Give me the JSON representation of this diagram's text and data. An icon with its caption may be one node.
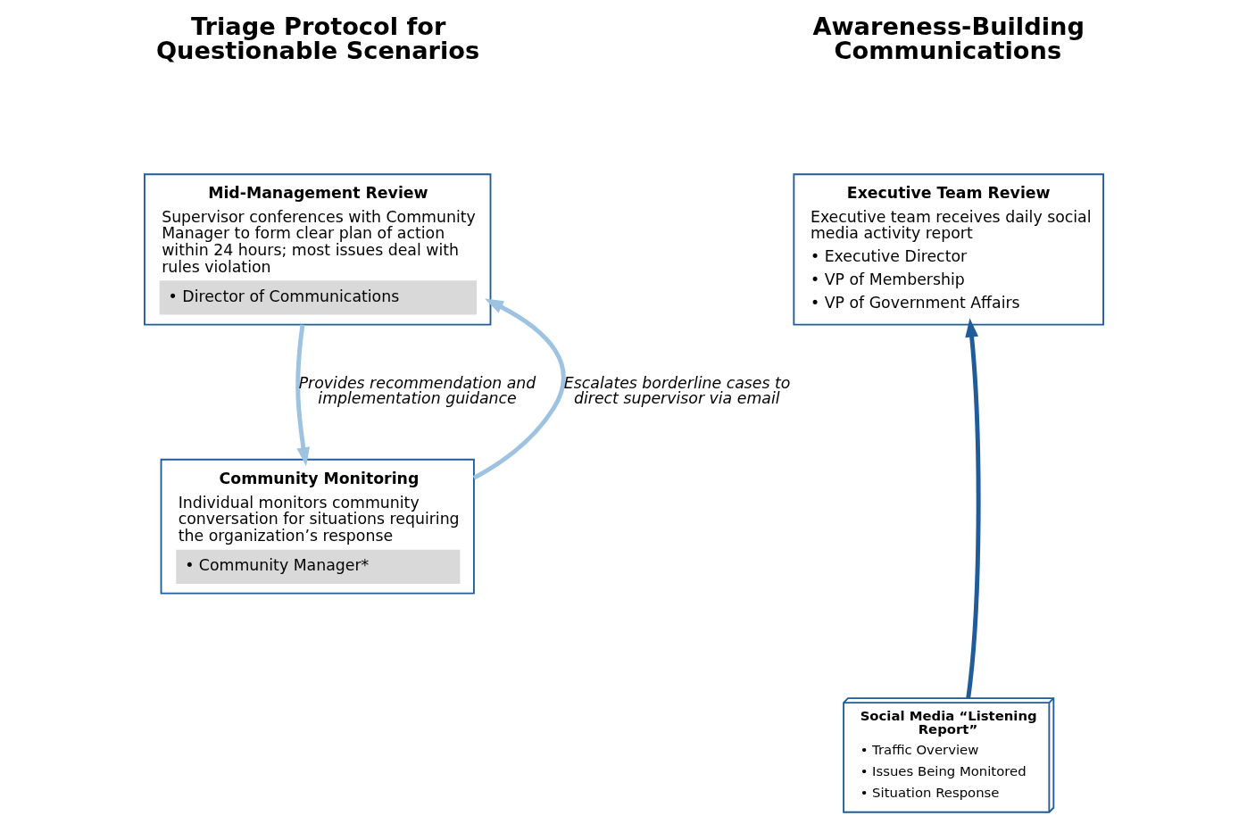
{
  "diagram": {
    "nodes": [
      {
        "text": [
          "Mid-Management Review",
          "Supervisor conferences with Community Manager to form clear plan of action within 24 hours; most issues deal with rules violation",
          "• Director of Communications"
        ]
      },
      {
        "text": [
          "Community Monitoring",
          "Individual monitors community conversation for situations requiring the organization’s response",
          "• Community Manager*"
        ]
      },
      {
        "text": [
          "Executive Team Review",
          "Executive team receives daily social media activity report",
          "• Executive Director",
          "• VP of Membership",
          "• VP of Government Affairs"
        ]
      },
      {
        "text": [
          "Social Media “Listening Report”",
          "• Traffic Overview",
          "• Issues Being Monitored",
          "• Situation Response"
        ]
      }
    ],
    "edges": [
      {
        "from": 1,
        "to": 0,
        "arrow": "to",
        "label": "Escalates borderline cases to direct supervisor via email"
      },
      {
        "from": 0,
        "to": 1,
        "arrow": "to",
        "label": "Provides recommendation and implementation guidance"
      },
      {
        "from": 3,
        "to": 2,
        "arrow": "to",
        "color": "#1f5c99"
      }
    ],
    "labels": [
      "Triage Protocol for Questionable Scenarios",
      "Awareness-Building Communications"
    ]
  }
}
